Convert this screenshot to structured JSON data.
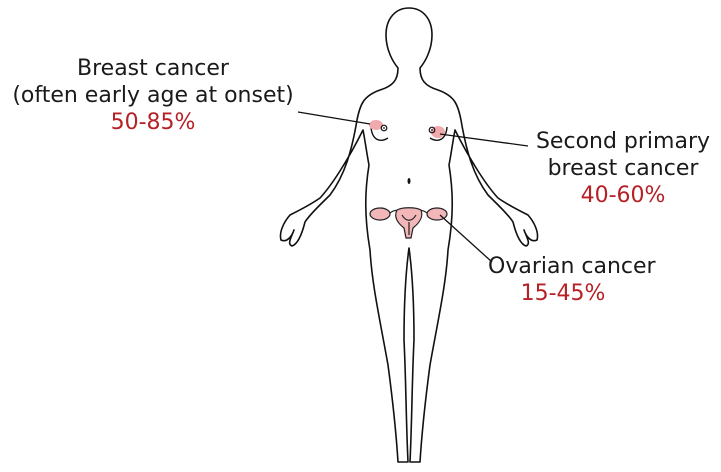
{
  "annotations": {
    "breast_cancer": {
      "title": "Breast cancer",
      "subtitle": "(often early age at onset)",
      "risk": "50-85%"
    },
    "second_primary": {
      "title_line1": "Second primary",
      "title_line2": "breast cancer",
      "risk": "40-60%"
    },
    "ovarian_cancer": {
      "title": "Ovarian cancer",
      "risk": "15-45%"
    }
  },
  "colors": {
    "risk_text": "#b52126",
    "tumor_fill": "#f0a9ad",
    "organ_fill": "#f3b7ba",
    "outline": "#111111"
  }
}
